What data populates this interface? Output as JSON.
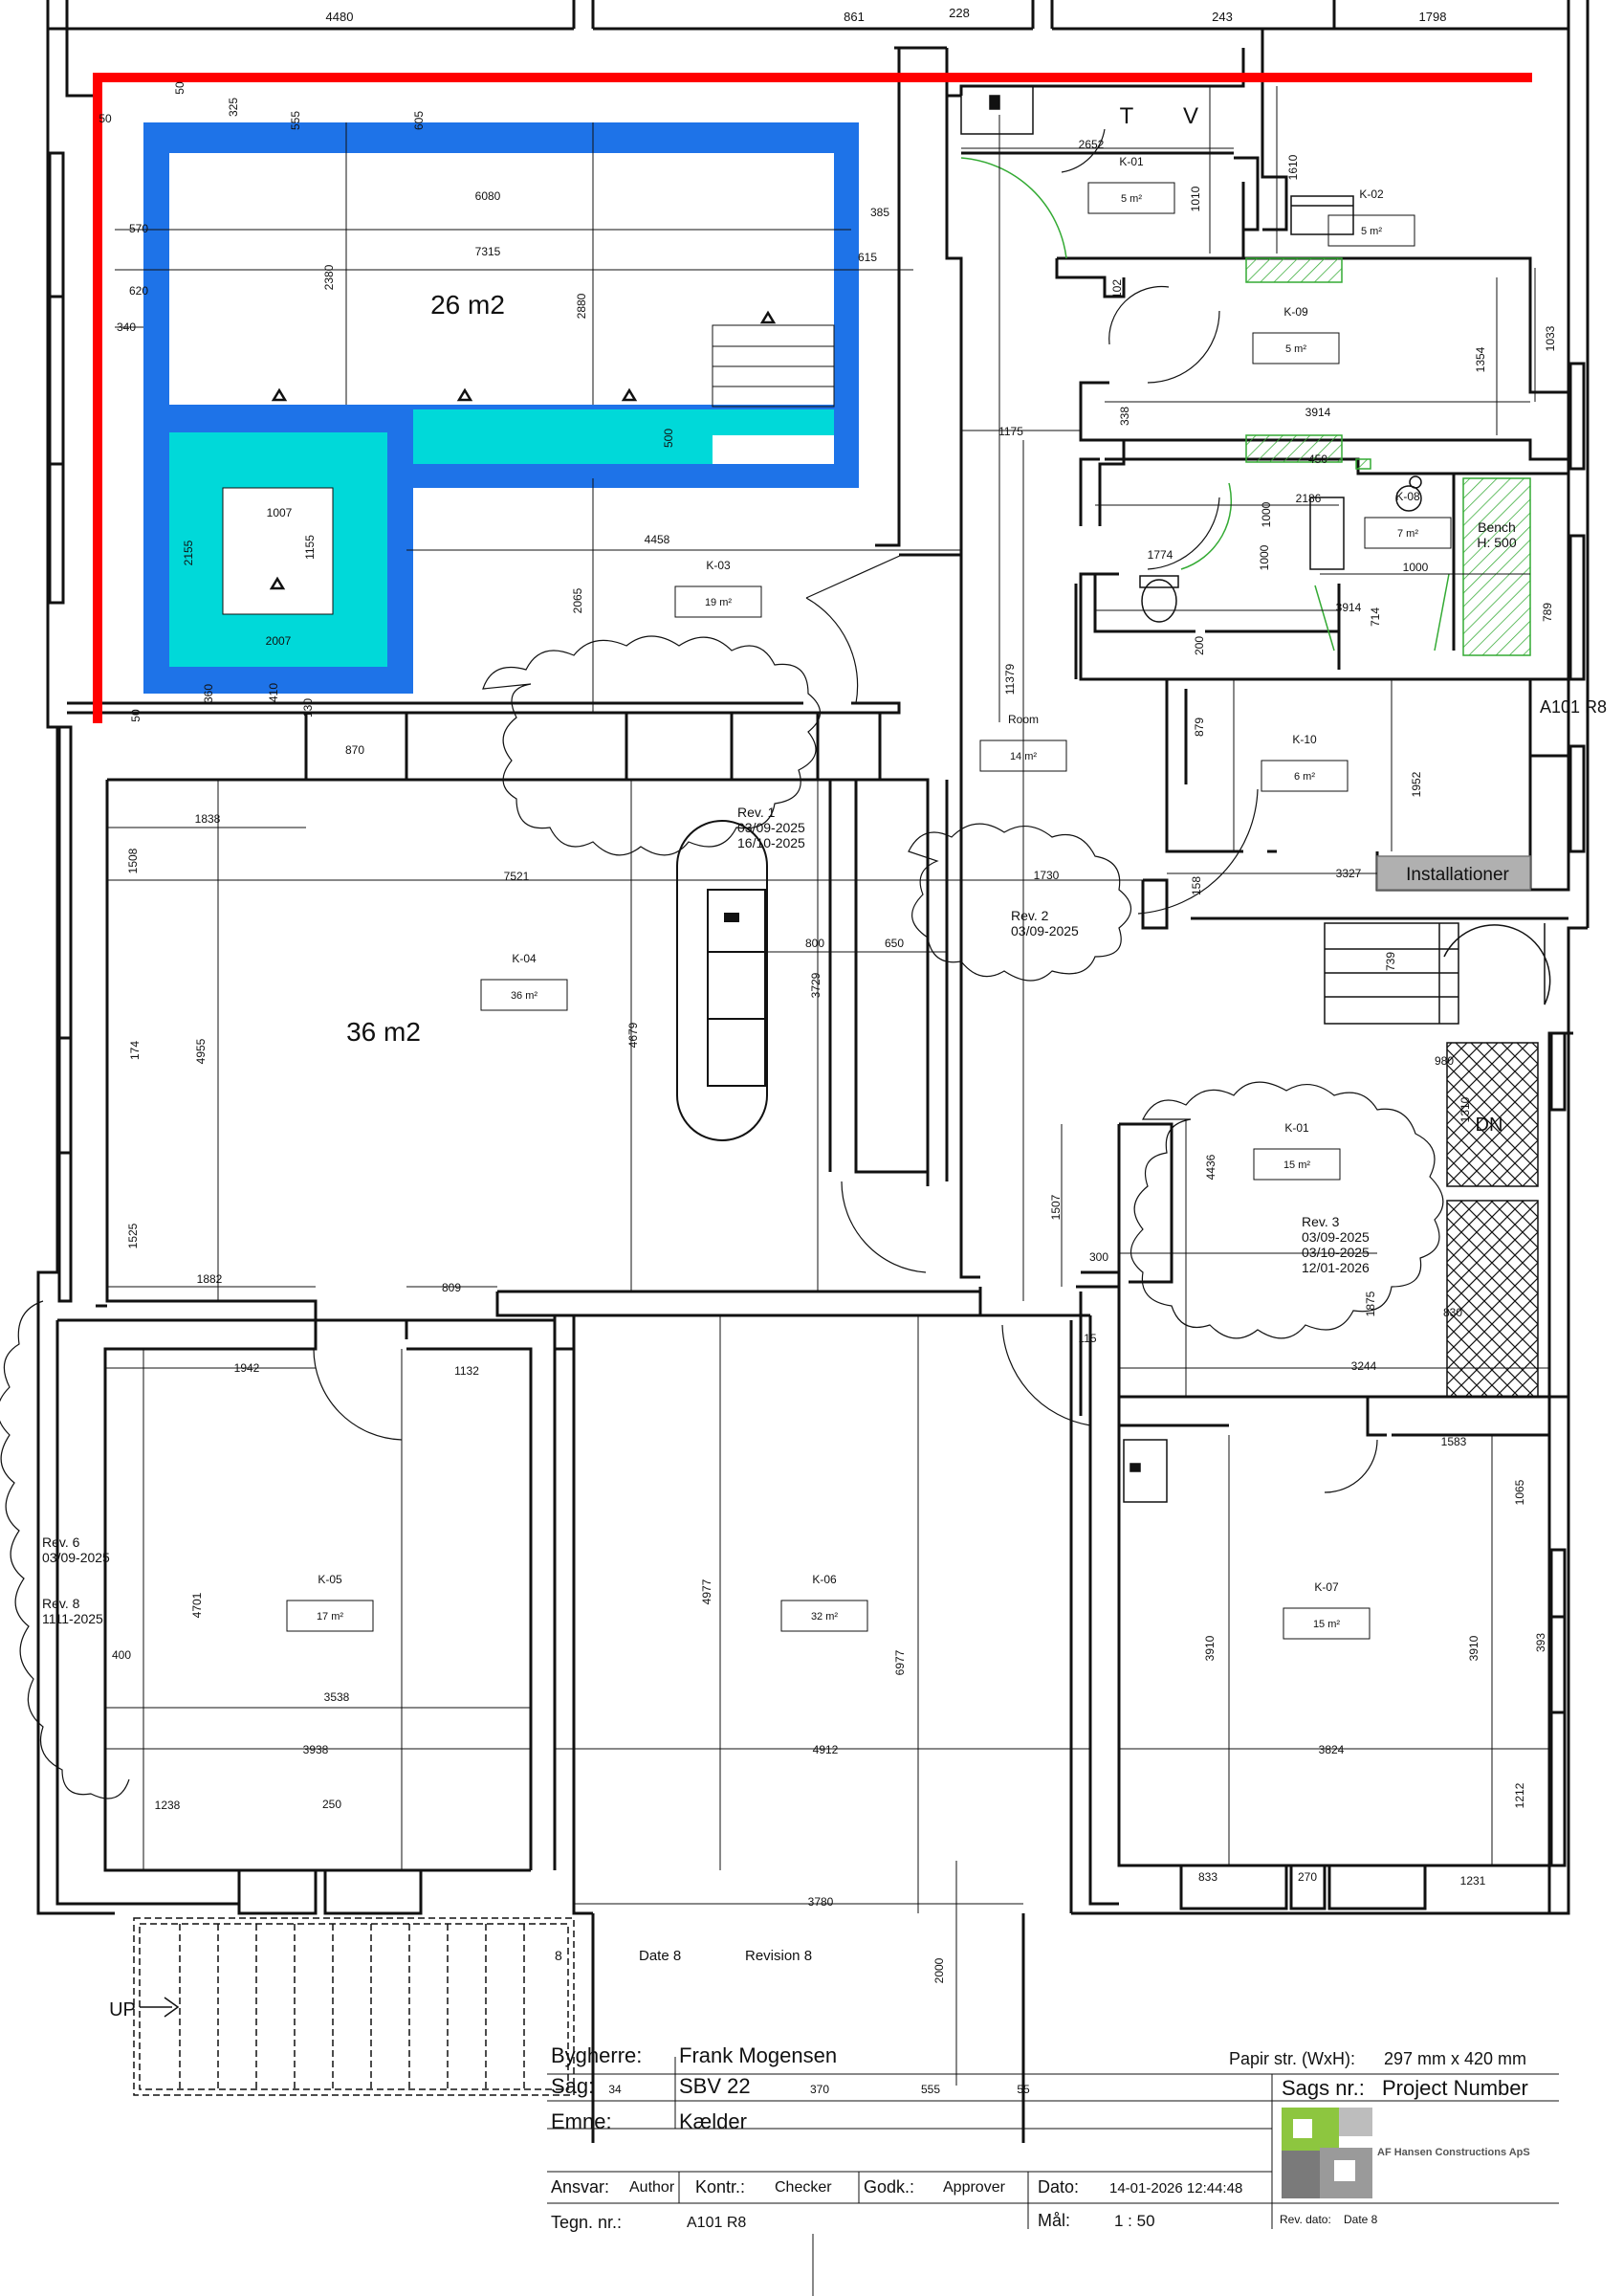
{
  "colors": {
    "pool_outer": "#1e73e8",
    "pool_inner": "#00d9d9",
    "red_line": "#ff0000",
    "hatch_green": "#33aa33",
    "installationer_bg": "#b0b0b0",
    "logo_green": "#8dc63f",
    "logo_gray": "#7a7a7a"
  },
  "plan": {
    "top_dims": [
      "4480",
      "861",
      "228",
      "243",
      "1798"
    ],
    "pool_dims": [
      "50",
      "325",
      "555",
      "605",
      "50",
      "570",
      "620",
      "340",
      "6080",
      "7315",
      "385",
      "615",
      "2380",
      "2880",
      "500",
      "1007",
      "1155",
      "2155",
      "2007",
      "360",
      "410",
      "130",
      "50"
    ],
    "pool_area_label": "26 m2",
    "k04_area_label": "36 m2",
    "dims_misc": [
      "2652",
      "1010",
      "1610",
      "102",
      "1354",
      "1033",
      "338",
      "3914",
      "1175",
      "450",
      "2186",
      "1000",
      "1774",
      "1000",
      "1000",
      "3914",
      "714",
      "789",
      "200",
      "11379",
      "4458",
      "2065",
      "870",
      "1838",
      "1508",
      "7521",
      "800",
      "650",
      "3729",
      "4679",
      "4955",
      "174",
      "1525",
      "1882",
      "809",
      "1730",
      "879",
      "1952",
      "3327",
      "158",
      "739",
      "980",
      "1310",
      "4436",
      "1507",
      "300",
      "1875",
      "830",
      "3244",
      "115",
      "1942",
      "1132",
      "1583",
      "1065",
      "4701",
      "4977",
      "6977",
      "3910",
      "3910",
      "393",
      "400",
      "3538",
      "3938",
      "4912",
      "3824",
      "1212",
      "1238",
      "250",
      "833",
      "270",
      "1231",
      "3780",
      "2000",
      "34",
      "370",
      "555",
      "55"
    ],
    "rooms": [
      {
        "id": "K-01",
        "area": "5 m²"
      },
      {
        "id": "K-02",
        "area": "5 m²"
      },
      {
        "id": "K-09",
        "area": "5 m²"
      },
      {
        "id": "K-08",
        "area": "7 m²"
      },
      {
        "id": "K-03",
        "area": "19 m²"
      },
      {
        "id": "Room",
        "area": "14 m²"
      },
      {
        "id": "K-10",
        "area": "6 m²"
      },
      {
        "id": "K-04",
        "area": "36 m²"
      },
      {
        "id": "K-01",
        "area": "15 m²"
      },
      {
        "id": "K-05",
        "area": "17 m²"
      },
      {
        "id": "K-06",
        "area": "32 m²"
      },
      {
        "id": "K-07",
        "area": "15 m²"
      }
    ],
    "tv_labels": [
      "T",
      "V"
    ],
    "bench_label": "Bench",
    "bench_height": "H: 500",
    "installationer": "Installationer",
    "dn_label": "DN",
    "up_label": "UP",
    "section_ref": "A101 R8",
    "rev1": [
      "Rev. 1",
      "03/09-2025",
      "16/10-2025"
    ],
    "rev2": [
      "Rev. 2",
      "03/09-2025"
    ],
    "rev3": [
      "Rev. 3",
      "03/09-2025",
      "03/10-2025",
      "12/01-2026"
    ],
    "rev6": [
      "Rev. 6",
      "03/09-2025"
    ],
    "rev8": [
      "Rev. 8",
      "1111-2025"
    ],
    "rev_table_num": "8",
    "rev_table_date": "Date 8",
    "rev_table_rev": "Revision 8"
  },
  "title_block": {
    "bygherre_label": "Bygherre:",
    "bygherre_value": "Frank Mogensen",
    "sag_label": "Sag:",
    "sag_value": "SBV 22",
    "emne_label": "Emne:",
    "emne_value": "Kælder",
    "papir_label": "Papir str. (WxH):",
    "papir_value": "297 mm x 420 mm",
    "sagsnr_label": "Sags nr.:",
    "sagsnr_value": "Project  Number",
    "company": "AF Hansen Constructions ApS",
    "ansvar_label": "Ansvar:",
    "ansvar_value": "Author",
    "kontr_label": "Kontr.:",
    "kontr_value": "Checker",
    "godk_label": "Godk.:",
    "godk_value": "Approver",
    "dato_label": "Dato:",
    "dato_value": "14-01-2026 12:44:48",
    "tegn_label": "Tegn. nr.:",
    "tegn_value": "A101 R8",
    "maal_label": "Mål:",
    "maal_value": "1 : 50",
    "revdato_label": "Rev. dato:",
    "revdato_value": "Date 8"
  }
}
